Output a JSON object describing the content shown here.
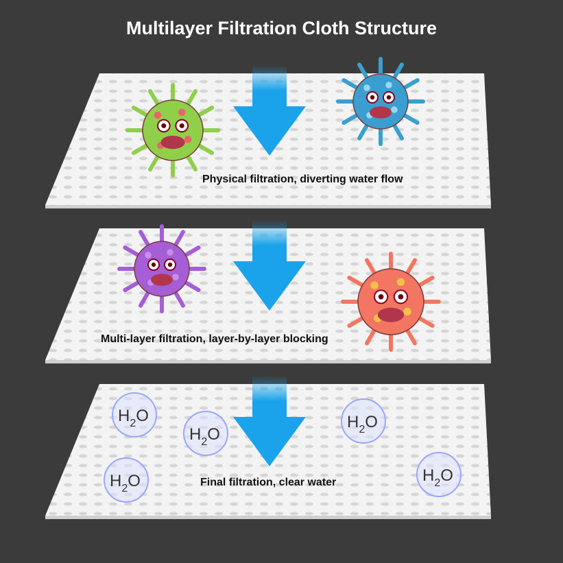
{
  "title": "Multilayer Filtration Cloth Structure",
  "layers": [
    {
      "caption": "Physical filtration, diverting water flow"
    },
    {
      "caption": "Multi-layer filtration, layer-by-layer blocking"
    },
    {
      "caption": "Final filtration, clear water"
    }
  ],
  "molecule": {
    "label": "H",
    "sub": "2",
    "tail": "O"
  },
  "colors": {
    "background": "#3b3b3b",
    "arrow": "#1aa3ea",
    "cloth": "#f1f1f1"
  }
}
